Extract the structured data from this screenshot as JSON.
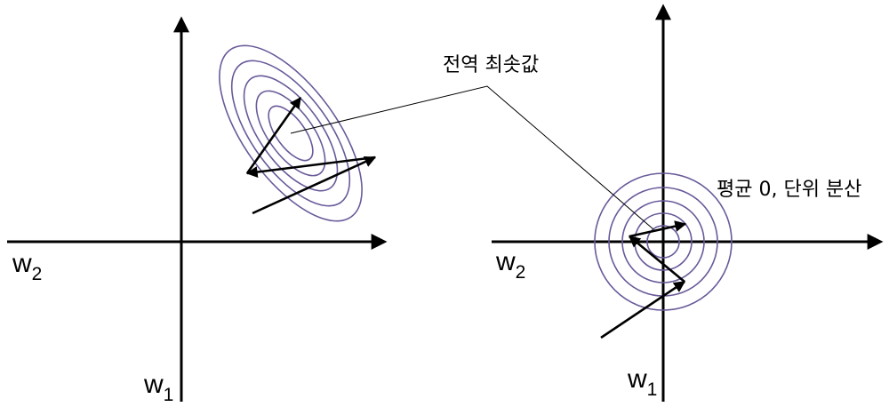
{
  "annotations": {
    "global_minimum": "전역 최솟값",
    "normalized": "평균 0, 단위 분산"
  },
  "left_panel": {
    "x_axis_label": {
      "main": "w",
      "sub": "2"
    },
    "y_axis_label": {
      "main": "w",
      "sub": "1"
    }
  },
  "right_panel": {
    "x_axis_label": {
      "main": "w",
      "sub": "2"
    },
    "y_axis_label": {
      "main": "w",
      "sub": "1"
    }
  },
  "colors": {
    "contour": "#6a5a9a",
    "axis": "#000000"
  }
}
